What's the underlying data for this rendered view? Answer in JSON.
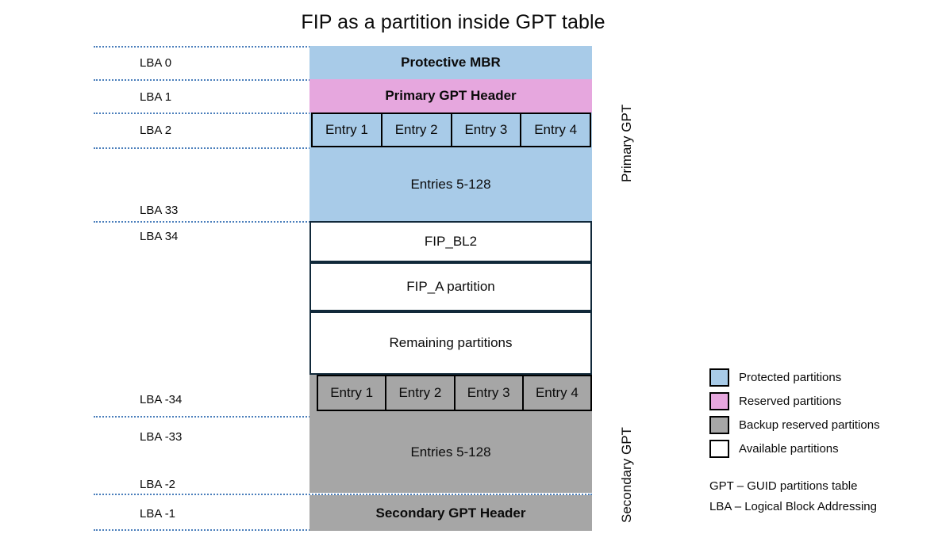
{
  "title": "FIP as a partition inside GPT table",
  "colors": {
    "protected": "#a8cbe8",
    "reserved": "#e6a7de",
    "backup_reserved": "#a6a6a6",
    "available": "#ffffff",
    "outline": "#000000",
    "partition_outline": "#11293a",
    "guide_line": "#4a7ebb"
  },
  "lba_labels": [
    {
      "text": "LBA 0"
    },
    {
      "text": "LBA 1"
    },
    {
      "text": "LBA 2"
    },
    {
      "text": "LBA 33"
    },
    {
      "text": "LBA 34"
    },
    {
      "text": "LBA -34"
    },
    {
      "text": "LBA -33"
    },
    {
      "text": "LBA -2"
    },
    {
      "text": "LBA -1"
    }
  ],
  "stack": {
    "protective_mbr": "Protective MBR",
    "primary_gpt_header": "Primary GPT Header",
    "primary_entries": [
      "Entry 1",
      "Entry 2",
      "Entry 3",
      "Entry 4"
    ],
    "primary_entries_rest": "Entries 5-128",
    "fip_bl2": "FIP_BL2",
    "fip_a_partition": "FIP_A partition",
    "remaining_partitions": "Remaining partitions",
    "secondary_entries": [
      "Entry 1",
      "Entry 2",
      "Entry 3",
      "Entry 4"
    ],
    "secondary_entries_rest": "Entries 5-128",
    "secondary_gpt_header": "Secondary GPT Header"
  },
  "side_labels": {
    "primary": "Primary GPT",
    "secondary": "Secondary GPT"
  },
  "legend": {
    "items": [
      {
        "label": "Protected partitions",
        "color": "#a8cbe8"
      },
      {
        "label": "Reserved partitions",
        "color": "#e6a7de"
      },
      {
        "label": "Backup reserved partitions",
        "color": "#a6a6a6"
      },
      {
        "label": "Available partitions",
        "color": "#ffffff"
      }
    ],
    "abbreviations": [
      "GPT – GUID partitions table",
      "LBA – Logical Block Addressing"
    ]
  }
}
